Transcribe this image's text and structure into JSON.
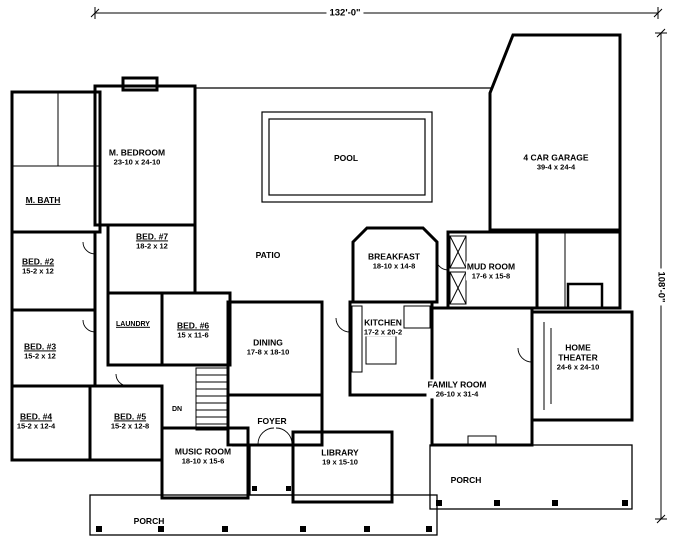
{
  "dimensions": {
    "width": "132'-0\"",
    "height": "108'-0\""
  },
  "rooms": {
    "m_bedroom": {
      "name": "M. BEDROOM",
      "size": "23-10 x 24-10"
    },
    "pool": {
      "name": "POOL"
    },
    "garage": {
      "name": "4 CAR GARAGE",
      "size": "39-4 x 24-4"
    },
    "m_bath": {
      "name": "M. BATH"
    },
    "bed7": {
      "name": "BED. #7",
      "size": "18-2 x 12"
    },
    "patio": {
      "name": "PATIO"
    },
    "breakfast": {
      "name": "BREAKFAST",
      "size": "18-10 x 14-8"
    },
    "mud_room": {
      "name": "MUD ROOM",
      "size": "17-6 x 15-8"
    },
    "bed2": {
      "name": "BED. #2",
      "size": "15-2 x 12"
    },
    "laundry": {
      "name": "LAUNDRY"
    },
    "bed6": {
      "name": "BED. #6",
      "size": "15 x 11-6"
    },
    "dining": {
      "name": "DINING",
      "size": "17-8 x 18-10"
    },
    "kitchen": {
      "name": "KITCHEN",
      "size": "17-2 x 20-2"
    },
    "bed3": {
      "name": "BED. #3",
      "size": "15-2 x 12"
    },
    "home_theater": {
      "name": "HOME THEATER",
      "size": "24-6 x 24-10"
    },
    "family_room": {
      "name": "FAMILY ROOM",
      "size": "26-10 x 31-4"
    },
    "bed4": {
      "name": "BED. #4",
      "size": "15-2 x 12-4"
    },
    "bed5": {
      "name": "BED. #5",
      "size": "15-2 x 12-8"
    },
    "foyer": {
      "name": "FOYER"
    },
    "music_room": {
      "name": "MUSIC ROOM",
      "size": "18-10 x 15-6"
    },
    "library": {
      "name": "LIBRARY",
      "size": "19 x 15-10"
    },
    "porch_right": {
      "name": "PORCH"
    },
    "porch_bottom": {
      "name": "PORCH"
    }
  },
  "labels": {
    "stairs_down": "DN"
  },
  "colors": {
    "line": "#000000",
    "background": "#ffffff"
  }
}
